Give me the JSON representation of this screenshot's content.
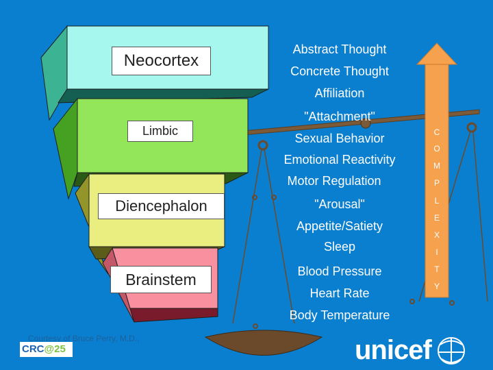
{
  "layers": [
    {
      "label": "Neocortex",
      "face": "#a6f7ee",
      "side": "#3cb392",
      "edge": "#145f52"
    },
    {
      "label": "Limbic",
      "face": "#93e55a",
      "side": "#46a123",
      "edge": "#2a5a16"
    },
    {
      "label": "Diencephalon",
      "face": "#eaee80",
      "side": "#93952a",
      "edge": "#5b5c19"
    },
    {
      "label": "Brainstem",
      "face": "#f890a0",
      "side": "#c45768",
      "edge": "#7a1b2c"
    }
  ],
  "functions": [
    "Abstract Thought",
    "Concrete Thought",
    "Affiliation",
    "\"Attachment\"",
    "Sexual Behavior",
    "Emotional Reactivity",
    "Motor Regulation",
    "\"Arousal\"",
    "Appetite/Satiety",
    "Sleep",
    "Blood Pressure",
    "Heart Rate",
    "Body Temperature"
  ],
  "complexity_letters": [
    "C",
    "O",
    "M",
    "P",
    "L",
    "E",
    "X",
    "I",
    "T",
    "Y"
  ],
  "arrow_color": "#f6a14e",
  "credit": "Courtesy of Bruce Perry, M.D.,",
  "crc_logo": {
    "main": "CRC",
    "accent": "@25"
  },
  "unicef_logo": "unicef",
  "colors": {
    "background": "#0a7fd0",
    "scale": "#7a5a38",
    "scale_pan": "#6b4a2c"
  }
}
